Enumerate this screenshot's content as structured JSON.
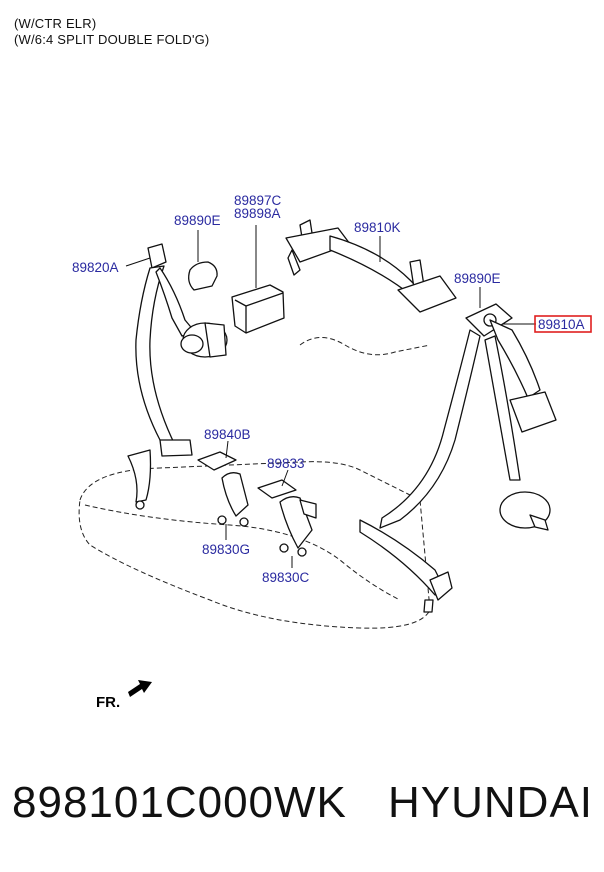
{
  "notes": [
    "(W/CTR ELR)",
    "(W/6:4 SPLIT DOUBLE FOLD'G)"
  ],
  "labels": {
    "p89897c": "89897C",
    "p89898a": "89898A",
    "p89890e_left": "89890E",
    "p89820a": "89820A",
    "p89810k": "89810K",
    "p89890e_right": "89890E",
    "p89810a": "89810A",
    "p89840b": "89840B",
    "p89833": "89833",
    "p89830g": "89830G",
    "p89830c": "89830C"
  },
  "direction": "FR.",
  "highlight_color": "#e02020",
  "label_color": "#2a2aa0",
  "footer": {
    "part_number": "898101C000WK",
    "brand": "HYUNDAI"
  }
}
